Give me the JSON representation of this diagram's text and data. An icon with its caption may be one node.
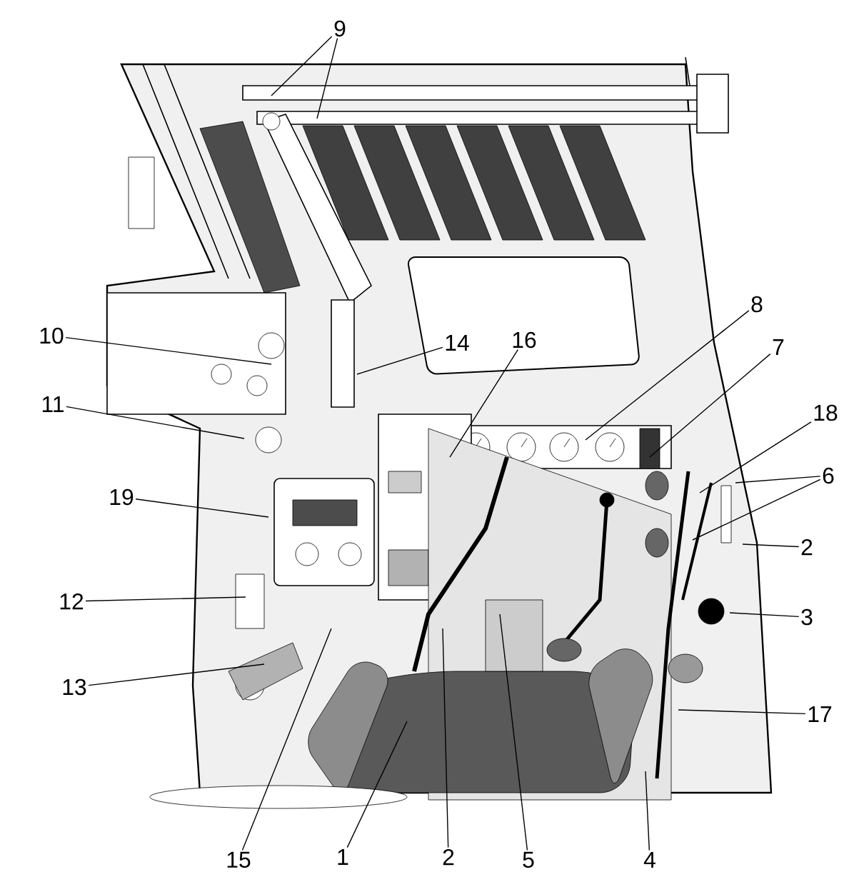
{
  "diagram": {
    "nodes": [
      {
        "text": [
          "9"
        ]
      },
      {
        "text": [
          "10"
        ]
      },
      {
        "text": [
          "14"
        ]
      },
      {
        "text": [
          "16"
        ]
      },
      {
        "text": [
          "8"
        ]
      },
      {
        "text": [
          "7"
        ]
      },
      {
        "text": [
          "11"
        ]
      },
      {
        "text": [
          "18"
        ]
      },
      {
        "text": [
          "6"
        ]
      },
      {
        "text": [
          "19"
        ]
      },
      {
        "text": [
          "2"
        ]
      },
      {
        "text": [
          "12"
        ]
      },
      {
        "text": [
          "3"
        ]
      },
      {
        "text": [
          "13"
        ]
      },
      {
        "text": [
          "17"
        ]
      },
      {
        "text": [
          "15"
        ]
      },
      {
        "text": [
          "1"
        ]
      },
      {
        "text": [
          "2"
        ]
      },
      {
        "text": [
          "5"
        ]
      },
      {
        "text": [
          "4"
        ]
      }
    ],
    "edges": [
      {
        "from": 0,
        "to": null,
        "arrow": "none"
      },
      {
        "from": 0,
        "to": null,
        "arrow": "none"
      },
      {
        "from": 1,
        "to": null,
        "arrow": "none"
      },
      {
        "from": 2,
        "to": null,
        "arrow": "none"
      },
      {
        "from": 3,
        "to": null,
        "arrow": "none"
      },
      {
        "from": 4,
        "to": null,
        "arrow": "none"
      },
      {
        "from": 5,
        "to": null,
        "arrow": "none"
      },
      {
        "from": 6,
        "to": null,
        "arrow": "none"
      },
      {
        "from": 7,
        "to": null,
        "arrow": "none"
      },
      {
        "from": 8,
        "to": null,
        "arrow": "none"
      },
      {
        "from": 8,
        "to": null,
        "arrow": "none"
      },
      {
        "from": 9,
        "to": null,
        "arrow": "none"
      },
      {
        "from": 10,
        "to": null,
        "arrow": "none"
      },
      {
        "from": 11,
        "to": null,
        "arrow": "none"
      },
      {
        "from": 12,
        "to": null,
        "arrow": "none"
      },
      {
        "from": 13,
        "to": null,
        "arrow": "none"
      },
      {
        "from": 14,
        "to": null,
        "arrow": "none"
      },
      {
        "from": 15,
        "to": null,
        "arrow": "none"
      },
      {
        "from": 16,
        "to": null,
        "arrow": "none"
      },
      {
        "from": 17,
        "to": null,
        "arrow": "none"
      },
      {
        "from": 18,
        "to": null,
        "arrow": "none"
      },
      {
        "from": 19,
        "to": null,
        "arrow": "none"
      }
    ]
  }
}
